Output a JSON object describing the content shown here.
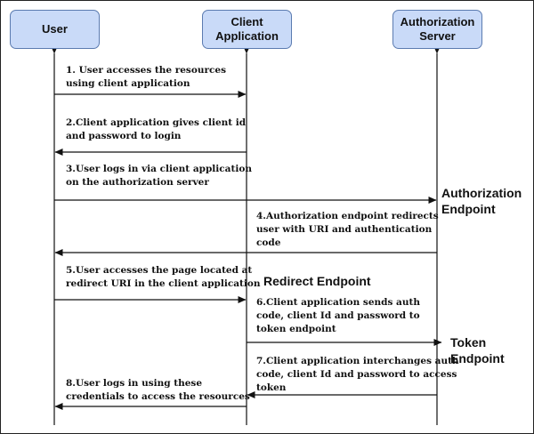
{
  "actors": {
    "user": "User",
    "client": "Client\nApplication",
    "server": "Authorization\nServer"
  },
  "messages": [
    {
      "text": "1. User accesses the resources\nusing client application",
      "from": "user",
      "to": "client"
    },
    {
      "text": "2.Client application gives client id\nand password to login",
      "from": "client",
      "to": "user"
    },
    {
      "text": "3.User logs in  via client application\non the authorization server",
      "from": "user",
      "to": "server"
    },
    {
      "text": "4.Authorization endpoint redirects\nuser with URI and authentication\ncode",
      "from": "server",
      "to": "user"
    },
    {
      "text": "5.User accesses the page located at\nredirect URI in the client application",
      "from": "user",
      "to": "client"
    },
    {
      "text": "6.Client application sends auth\ncode, client Id and password to\ntoken endpoint",
      "from": "client",
      "to": "server"
    },
    {
      "text": "7.Client application interchanges auth\ncode, client Id and password to access\ntoken",
      "from": "server",
      "to": "client"
    },
    {
      "text": "8.User logs in using these\ncredentials to access the resources",
      "from": "client",
      "to": "user"
    }
  ],
  "endpoints": {
    "authorization": "Authorization\nEndpoint",
    "redirect": "Redirect Endpoint",
    "token": "Token\nEndpoint"
  }
}
